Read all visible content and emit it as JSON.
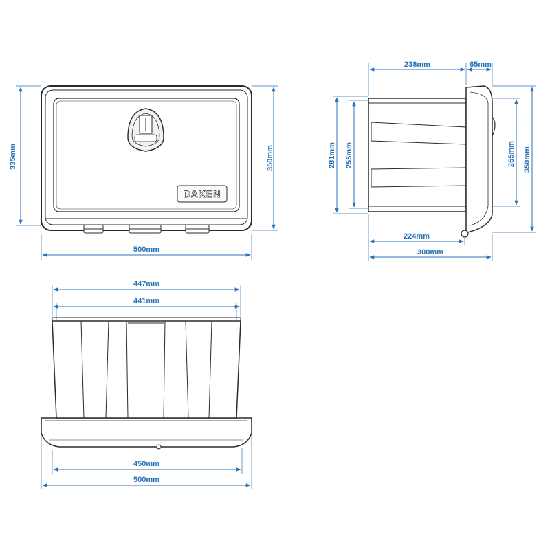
{
  "colors": {
    "dimension": "#2a73b8",
    "outline": "#2a2a2a",
    "background": "#ffffff"
  },
  "brand": "DAKEN",
  "front_view": {
    "width": "500mm",
    "height_inner": "335mm",
    "height_outer": "350mm"
  },
  "side_view": {
    "depth_body": "238mm",
    "depth_lid": "65mm",
    "height_back": "281mm",
    "height_inner": "255mm",
    "height_lid_inner": "265mm",
    "height_outer": "350mm",
    "depth_bottom": "224mm",
    "depth_total": "300mm"
  },
  "top_view": {
    "width_back_outer": "447mm",
    "width_back_inner": "441mm",
    "width_front_inner": "450mm",
    "width_front_outer": "500mm"
  }
}
